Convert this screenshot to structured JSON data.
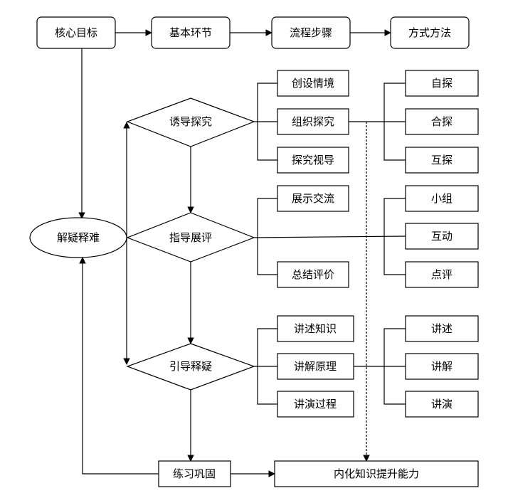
{
  "header": {
    "core_goal": "核心目标",
    "basic_link": "基本环节",
    "process_steps": "流程步骤",
    "methods": "方式方法"
  },
  "center": {
    "resolve": "解疑释难"
  },
  "stages": {
    "guide_explore": "诱导探究",
    "guide_review": "指导展评",
    "lead_resolve": "引导释疑"
  },
  "steps_explore": [
    "创设情境",
    "组织探究",
    "探究视导"
  ],
  "methods_explore": [
    "自探",
    "合探",
    "互探"
  ],
  "steps_review": [
    "展示交流",
    "总结评价"
  ],
  "methods_review": [
    "小组",
    "互动",
    "点评"
  ],
  "steps_resolve": [
    "讲述知识",
    "讲解原理",
    "讲演过程"
  ],
  "methods_resolve": [
    "讲述",
    "讲解",
    "讲演"
  ],
  "bottom": {
    "practice": "练习巩固",
    "internalize": "内化知识提升能力"
  }
}
